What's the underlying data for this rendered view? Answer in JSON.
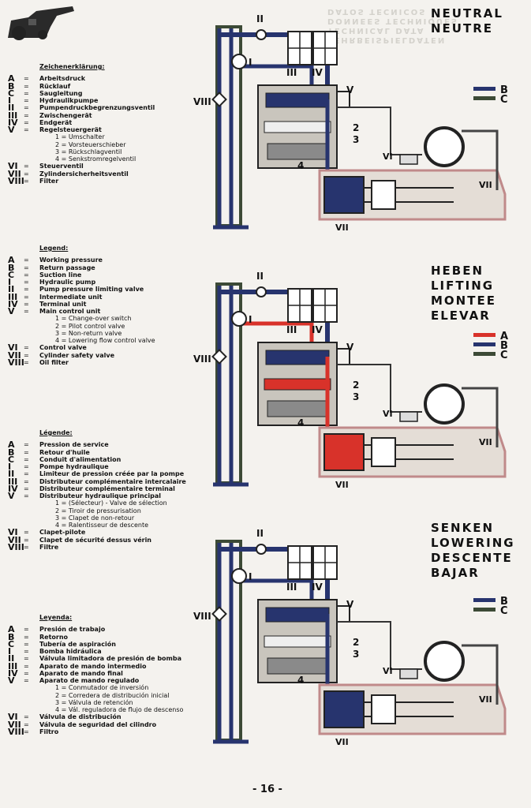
{
  "ghost_header": [
    "LEHRBEISPIELDATEN",
    "TECHNICAL DATA",
    "DONNEES TECHNIQUES",
    "DATOS TECNICOS"
  ],
  "legends": [
    {
      "heading": "Zeichenerklärung:",
      "rows": [
        {
          "k": "A",
          "t": "Arbeitsdruck"
        },
        {
          "k": "B",
          "t": "Rücklauf"
        },
        {
          "k": "C",
          "t": "Saugleitung"
        },
        {
          "k": "I",
          "t": "Hydraulikpumpe"
        },
        {
          "k": "II",
          "t": "Pumpendruckbegrenzungsventil"
        },
        {
          "k": "III",
          "t": "Zwischengerät"
        },
        {
          "k": "IV",
          "t": "Endgerät"
        },
        {
          "k": "V",
          "t": "Regelsteuergerät"
        },
        {
          "k": "",
          "t": "1 = Umschalter"
        },
        {
          "k": "",
          "t": "2 = Vorsteuerschieber"
        },
        {
          "k": "",
          "t": "3 = Rückschlagventil"
        },
        {
          "k": "",
          "t": "4 = Senkstromregelventil"
        },
        {
          "k": "VI",
          "t": "Steuerventil"
        },
        {
          "k": "VII",
          "t": "Zylindersicherheitsventil"
        },
        {
          "k": "VIII",
          "t": "Filter"
        }
      ]
    },
    {
      "heading": "Legend:",
      "rows": [
        {
          "k": "A",
          "t": "Working pressure"
        },
        {
          "k": "B",
          "t": "Return passage"
        },
        {
          "k": "C",
          "t": "Suction line"
        },
        {
          "k": "I",
          "t": "Hydraulic pump"
        },
        {
          "k": "II",
          "t": "Pump pressure limiting valve"
        },
        {
          "k": "III",
          "t": "Intermediate unit"
        },
        {
          "k": "IV",
          "t": "Terminal unit"
        },
        {
          "k": "V",
          "t": "Main control unit"
        },
        {
          "k": "",
          "t": "1 = Change-over switch"
        },
        {
          "k": "",
          "t": "2 = Pilot control valve"
        },
        {
          "k": "",
          "t": "3 = Non-return valve"
        },
        {
          "k": "",
          "t": "4 = Lowering flow control valve"
        },
        {
          "k": "VI",
          "t": "Control valve"
        },
        {
          "k": "VII",
          "t": "Cylinder safety valve"
        },
        {
          "k": "VIII",
          "t": "Oil filter"
        }
      ]
    },
    {
      "heading": "Légende:",
      "rows": [
        {
          "k": "A",
          "t": "Pression de service"
        },
        {
          "k": "B",
          "t": "Retour d'huile"
        },
        {
          "k": "C",
          "t": "Conduit d'alimentation"
        },
        {
          "k": "I",
          "t": "Pompe hydraulique"
        },
        {
          "k": "II",
          "t": "Limiteur de pression créée par la pompe"
        },
        {
          "k": "III",
          "t": "Distributeur complémentaire intercalaire"
        },
        {
          "k": "IV",
          "t": "Distributeur complémentaire terminal"
        },
        {
          "k": "V",
          "t": "Distributeur hydraulique principal"
        },
        {
          "k": "",
          "t": "1 = (Sélecteur) - Valve de sélection"
        },
        {
          "k": "",
          "t": "2 = Tiroir de pressurisation"
        },
        {
          "k": "",
          "t": "3 = Clapet de non-retour"
        },
        {
          "k": "",
          "t": "4 = Ralentisseur de descente"
        },
        {
          "k": "VI",
          "t": "Clapet-pilote"
        },
        {
          "k": "VII",
          "t": "Clapet de sécurité dessus vérin"
        },
        {
          "k": "VIII",
          "t": "Filtre"
        }
      ]
    },
    {
      "heading": "Leyenda:",
      "rows": [
        {
          "k": "A",
          "t": "Presión de trabajo"
        },
        {
          "k": "B",
          "t": "Retorno"
        },
        {
          "k": "C",
          "t": "Tubería de aspiración"
        },
        {
          "k": "I",
          "t": "Bomba hidráulica"
        },
        {
          "k": "II",
          "t": "Válvula limitadora de presión de bomba"
        },
        {
          "k": "III",
          "t": "Aparato de mando intermedio"
        },
        {
          "k": "IV",
          "t": "Aparato de mando final"
        },
        {
          "k": "V",
          "t": "Aparato de mando regulado"
        },
        {
          "k": "",
          "t": "1 = Conmutador de inversión"
        },
        {
          "k": "",
          "t": "2 = Corredera de distribución inicial"
        },
        {
          "k": "",
          "t": "3 = Válvula de retención"
        },
        {
          "k": "",
          "t": "4 = Vál. reguladora de flujo de descenso"
        },
        {
          "k": "VI",
          "t": "Válvula de distribución"
        },
        {
          "k": "VII",
          "t": "Válvula de seguridad del cilindro"
        },
        {
          "k": "VIII",
          "t": "Filtro"
        }
      ]
    }
  ],
  "modes": [
    {
      "lines": [
        "NEUTRAL",
        "NEUTRE"
      ],
      "keys": [
        "B",
        "C"
      ]
    },
    {
      "lines": [
        "HEBEN",
        "LIFTING",
        "MONTEE",
        "ELEVAR"
      ],
      "keys": [
        "A",
        "B",
        "C"
      ]
    },
    {
      "lines": [
        "SENKEN",
        "LOWERING",
        "DESCENTE",
        "BAJAR"
      ],
      "keys": [
        "B",
        "C"
      ]
    }
  ],
  "diagram_labels": {
    "I": "I",
    "II": "II",
    "III": "III",
    "IV": "IV",
    "V": "V",
    "VI": "VI",
    "VII": "VII",
    "VIII": "VIII",
    "n2": "2",
    "n3": "3",
    "n4": "4"
  },
  "colors": {
    "A": "#d8322a",
    "B": "#27346e",
    "C": "#3c4a36"
  },
  "page_number": "- 16 -"
}
